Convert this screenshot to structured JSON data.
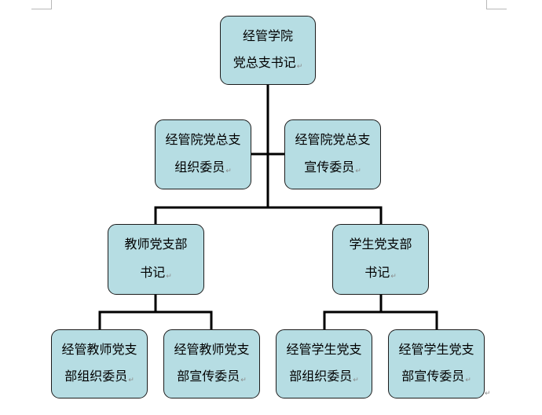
{
  "colors": {
    "box_fill": "#b6dde3",
    "box_border": "#1c1c1c",
    "connector": "#000000"
  },
  "icons": {
    "paragraph_mark": "↵"
  },
  "nodes": {
    "root": {
      "line1": "经管学院",
      "line2": "党总支书记"
    },
    "org_member": {
      "line1": "经管院党总支",
      "line2": "组织委员"
    },
    "prop_member": {
      "line1": "经管院党总支",
      "line2": "宣传委员"
    },
    "teacher_sec": {
      "line1": "教师党支部",
      "line2": "书记"
    },
    "student_sec": {
      "line1": "学生党支部",
      "line2": "书记"
    },
    "t_org": {
      "line1": "经管教师党支",
      "line2": "部组织委员"
    },
    "t_prop": {
      "line1": "经管教师党支",
      "line2": "部宣传委员"
    },
    "s_org": {
      "line1": "经管学生党支",
      "line2": "部组织委员"
    },
    "s_prop": {
      "line1": "经管学生党支",
      "line2": "部宣传委员"
    }
  }
}
